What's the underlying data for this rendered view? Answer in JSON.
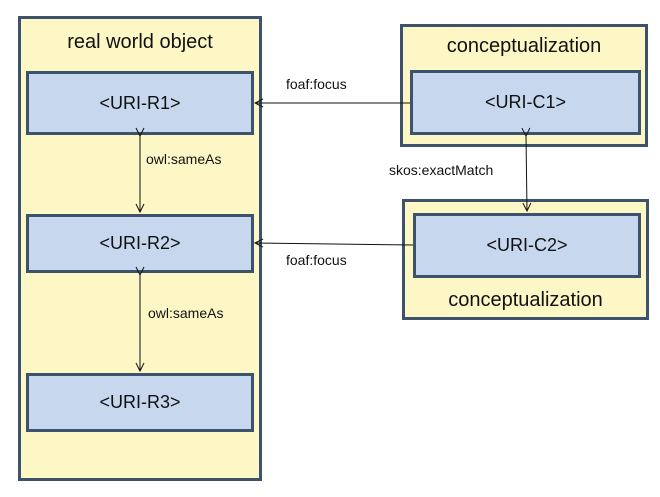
{
  "panels": {
    "real_world": {
      "title": "real world object"
    },
    "concept_top": {
      "title": "conceptualization"
    },
    "concept_bottom": {
      "title": "conceptualization"
    }
  },
  "nodes": {
    "r1": "<URI-R1>",
    "r2": "<URI-R2>",
    "r3": "<URI-R3>",
    "c1": "<URI-C1>",
    "c2": "<URI-C2>"
  },
  "edges": {
    "c1_r1": {
      "label": "foaf:focus",
      "direction": "C1 -> R1"
    },
    "c2_r2": {
      "label": "foaf:focus",
      "direction": "C2 -> R2"
    },
    "r1_r2": {
      "label": "owl:sameAs",
      "direction": "bidirectional"
    },
    "r2_r3": {
      "label": "owl:sameAs",
      "direction": "bidirectional"
    },
    "c1_c2": {
      "label": "skos:exactMatch",
      "direction": "bidirectional"
    }
  }
}
